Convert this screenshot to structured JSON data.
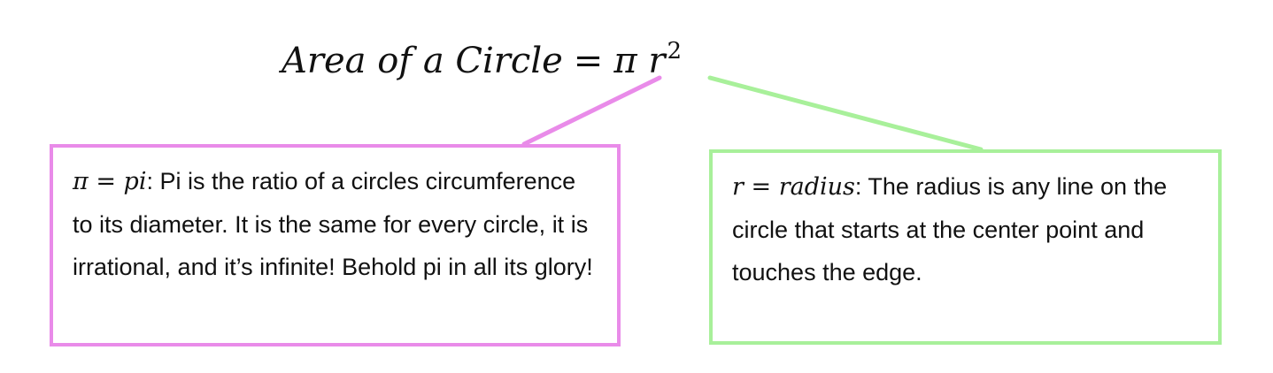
{
  "formula": {
    "lhs": "Area of a Circle",
    "equals": "=",
    "pi_symbol": "π",
    "r_symbol": "r",
    "exponent": "2"
  },
  "pi_box": {
    "term": "π = pi",
    "separator": ":",
    "text": " Pi is the ratio of a circles circumference to its diameter.  It is the same for every circle, it is irrational, and it’s infinite! Behold pi in all its glory!"
  },
  "radius_box": {
    "term": "r = radius",
    "separator": ":",
    "text": " The radius is any line on the circle that starts at the center point and touches the edge."
  },
  "colors": {
    "pi_accent": "#e98be9",
    "radius_accent": "#a8f09a",
    "text": "#111111",
    "background": "#ffffff"
  }
}
